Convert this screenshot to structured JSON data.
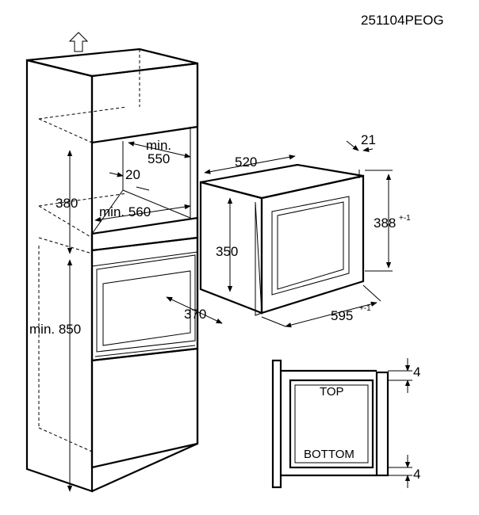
{
  "diagram_code": "251104PEOG",
  "cabinet": {
    "dim_min_550": "min.\n550",
    "dim_min_550_line1": "min.",
    "dim_min_550_line2": "550",
    "dim_20": "20",
    "dim_380": "380",
    "dim_min_560": "min. 560",
    "dim_370": "370",
    "dim_min_850": "min. 850"
  },
  "appliance": {
    "dim_520": "520",
    "dim_21": "21",
    "dim_388": "388",
    "dim_388_tol": "+-1",
    "dim_350": "350",
    "dim_595": "595",
    "dim_595_tol": "+-1"
  },
  "section": {
    "top_label": "TOP",
    "bottom_label": "BOTTOM",
    "gap_top": "4",
    "gap_bottom": "4"
  }
}
